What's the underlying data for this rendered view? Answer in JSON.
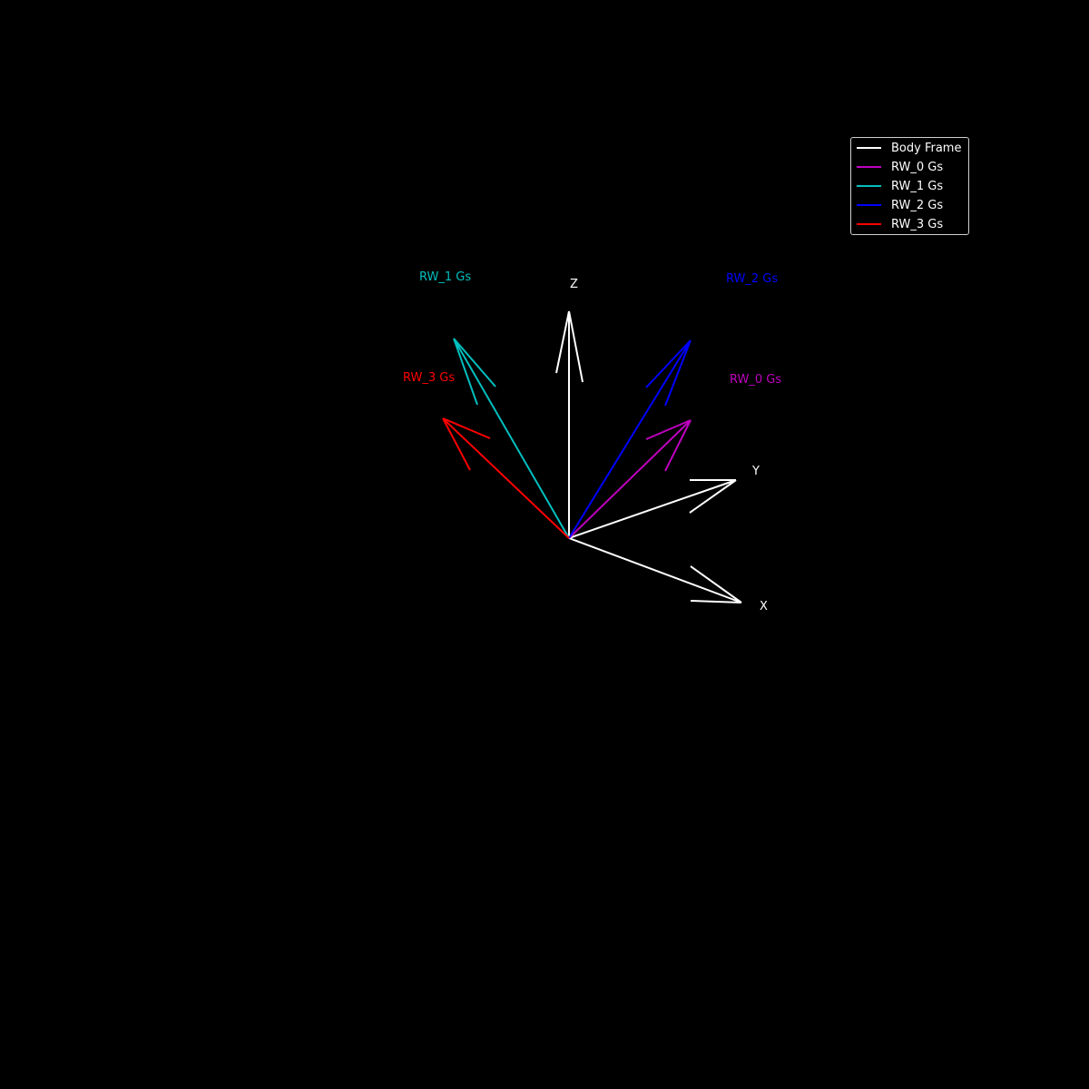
{
  "diagram": {
    "vectors": [
      {
        "key": "x",
        "label": "X",
        "color": "#ffffff"
      },
      {
        "key": "y",
        "label": "Y",
        "color": "#ffffff"
      },
      {
        "key": "z",
        "label": "Z",
        "color": "#ffffff"
      },
      {
        "key": "rw0",
        "label": "RW_0 Gs",
        "color": "#bf00bf"
      },
      {
        "key": "rw1",
        "label": "RW_1 Gs",
        "color": "#00bfbf"
      },
      {
        "key": "rw2",
        "label": "RW_2 Gs",
        "color": "#0000ff"
      },
      {
        "key": "rw3",
        "label": "RW_3 Gs",
        "color": "#ff0000"
      }
    ]
  },
  "legend": {
    "items": [
      {
        "label": "Body Frame",
        "color": "#ffffff"
      },
      {
        "label": "RW_0 Gs",
        "color": "#bf00bf"
      },
      {
        "label": "RW_1 Gs",
        "color": "#00bfbf"
      },
      {
        "label": "RW_2 Gs",
        "color": "#0000ff"
      },
      {
        "label": "RW_3 Gs",
        "color": "#ff0000"
      }
    ]
  }
}
